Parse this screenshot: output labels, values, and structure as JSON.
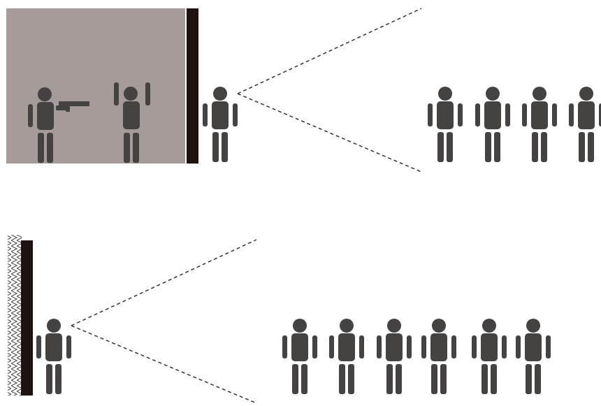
{
  "colors": {
    "figure": "#454242",
    "room": "#a59c99",
    "wall": "#1e1311",
    "sight_line": "#333333",
    "hatch": "#555555"
  },
  "scene_top": {
    "room_figures": [
      "figure-with-pistol",
      "figure-hands-raised"
    ],
    "observer": "figure-at-wall-top",
    "crowd_count": 4
  },
  "scene_bottom": {
    "observer": "figure-at-wall-bottom",
    "crowd_count": 6
  }
}
